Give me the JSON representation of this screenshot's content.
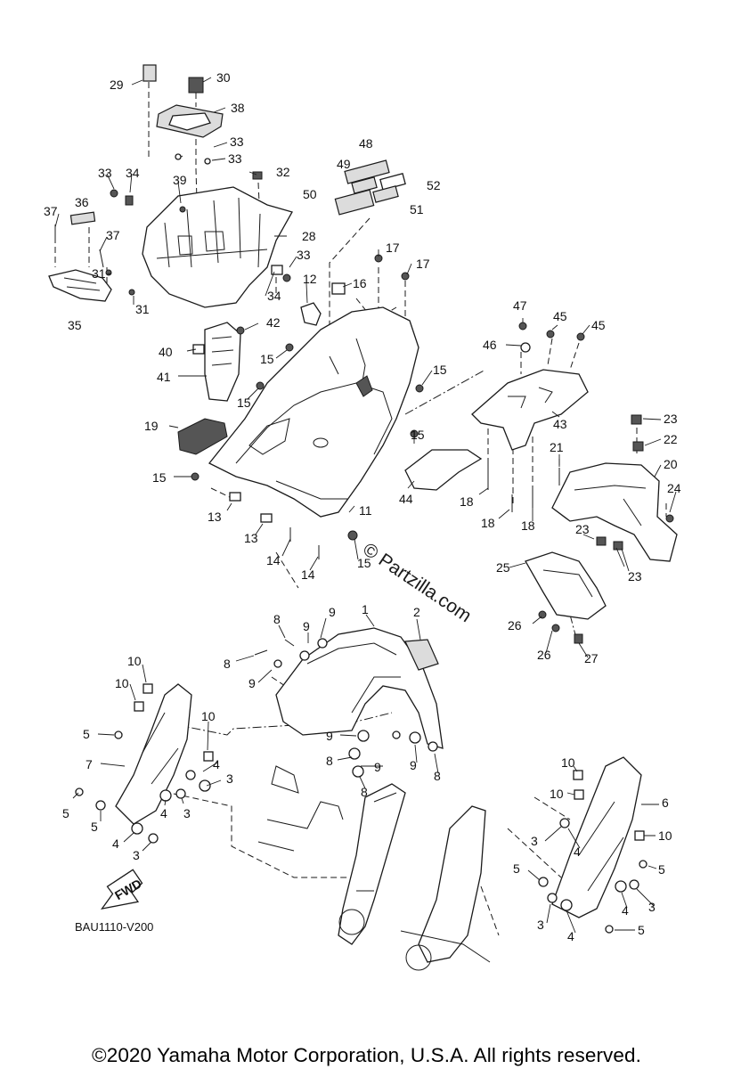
{
  "copyright": "©2020 Yamaha Motor Corporation, U.S.A. All rights reserved.",
  "watermark": "© Partzilla.com",
  "reference_code": "BAU1110-V200",
  "fwd_label": "FWD",
  "callouts": {
    "c29": "29",
    "c30": "30",
    "c38": "38",
    "c33a": "33",
    "c33b": "33",
    "c32": "32",
    "c33c": "33",
    "c34a": "34",
    "c39": "39",
    "c37a": "37",
    "c36": "36",
    "c37b": "37",
    "c28": "28",
    "c33d": "33",
    "c31a": "31",
    "c31b": "31",
    "c34b": "34",
    "c12": "12",
    "c16": "16",
    "c35": "35",
    "c48": "48",
    "c49": "49",
    "c52": "52",
    "c50": "50",
    "c51": "51",
    "c17a": "17",
    "c17b": "17",
    "c42": "42",
    "c40": "40",
    "c15a": "15",
    "c41": "41",
    "c15b": "15",
    "c15c": "15",
    "c19": "19",
    "c15d": "15",
    "c15e": "15",
    "c13a": "13",
    "c13b": "13",
    "c14a": "14",
    "c14b": "14",
    "c15f": "15",
    "c11": "11",
    "c44": "44",
    "c18a": "18",
    "c18b": "18",
    "c18c": "18",
    "c47": "47",
    "c45a": "45",
    "c45b": "45",
    "c46": "46",
    "c43": "43",
    "c23a": "23",
    "c22": "22",
    "c21": "21",
    "c20": "20",
    "c24": "24",
    "c23b": "23",
    "c23c": "23",
    "c25": "25",
    "c26a": "26",
    "c26b": "26",
    "c27": "27",
    "c1": "1",
    "c2": "2",
    "c8a": "8",
    "c9a": "9",
    "c9b": "9",
    "c8b": "8",
    "c9c": "9",
    "c10a": "10",
    "c10b": "10",
    "c10c": "10",
    "c5a": "5",
    "c7": "7",
    "c9d": "9",
    "c8c": "8",
    "c9e": "9",
    "c9f": "9",
    "c8d": "8",
    "c8e": "8",
    "c4a": "4",
    "c3a": "3",
    "c5b": "5",
    "c5c": "5",
    "c4b": "4",
    "c3b": "3",
    "c4c": "4",
    "c3c": "3",
    "c10d": "10",
    "c10e": "10",
    "c6": "6",
    "c3d": "3",
    "c4d": "4",
    "c10f": "10",
    "c5d": "5",
    "c5e": "5",
    "c4e": "4",
    "c3e": "3",
    "c3f": "3",
    "c4f": "4",
    "c5f": "5"
  }
}
